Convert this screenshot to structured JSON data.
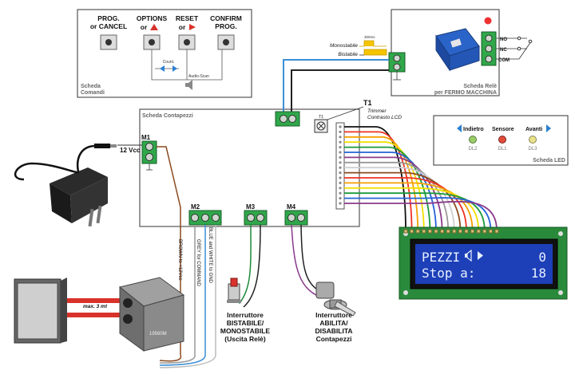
{
  "commands": {
    "buttons": [
      {
        "line1": "PROG.",
        "line2": "or CANCEL"
      },
      {
        "line1": "OPTIONS",
        "line2": "or"
      },
      {
        "line1": "RESET",
        "line2": "or"
      },
      {
        "line1": "CONFIRM",
        "line2": "PROG."
      }
    ],
    "count_label": "Count.",
    "audio_label": "Audio-Scan",
    "board_line1": "Scheda",
    "board_line2": "Comandi"
  },
  "relay": {
    "monostable": "Monostabile",
    "bistable": "Bistabile",
    "pulse_time": "300ms",
    "no": "NO",
    "nc": "NC",
    "com": "COM",
    "board_line1": "Scheda Relè",
    "board_line2": "per FERMO MACCHINA"
  },
  "counter": {
    "board_label": "Scheda Contapezzi",
    "trimmer_id": "T1",
    "trimmer_line1": "Trimmer",
    "trimmer_line2": "Contrasto LCD",
    "trimmer_short": "T1",
    "m1": "M1",
    "m2": "M2",
    "m3": "M3",
    "m4": "M4",
    "power": "12 Vcc"
  },
  "leds": {
    "back": "Indietro",
    "sensor": "Sensore",
    "forward": "Avanti",
    "dl2": "DL2",
    "dl1": "DL1",
    "dl3": "DL3",
    "board_label": "Scheda LED"
  },
  "lcd": {
    "line1_left": "PEZZI",
    "line1_right": "0",
    "line2_left": "Stop a:",
    "line2_right": "18"
  },
  "wires": {
    "brown": "BROWN to +12Vcc",
    "grey": "GREY for COMMAND",
    "blue_white": "BLUE and WHITE to GND"
  },
  "sensor": {
    "distance": "max. 3 mt",
    "model": "19560M"
  },
  "captions": {
    "switch1_l1": "Interruttore",
    "switch1_l2": "BISTABILE/",
    "switch1_l3": "MONOSTABILE",
    "switch1_l4": "(Uscita Relè)",
    "switch2_l1": "Interruttore",
    "switch2_l2": "ABILITA/",
    "switch2_l3": "DISABILITA",
    "switch2_l4": "Contapezzi"
  },
  "colors": {
    "wire_blue": "#3a8fd6",
    "wire_brown": "#8b4a1f",
    "wire_green": "#1f8a3a",
    "wire_purple": "#8a3a8a",
    "lcd_bg": "#1d3fb8",
    "pcb_green": "#2a8a3c",
    "accent_blue": "#2b7fd0",
    "accent_red": "#d8322a"
  }
}
